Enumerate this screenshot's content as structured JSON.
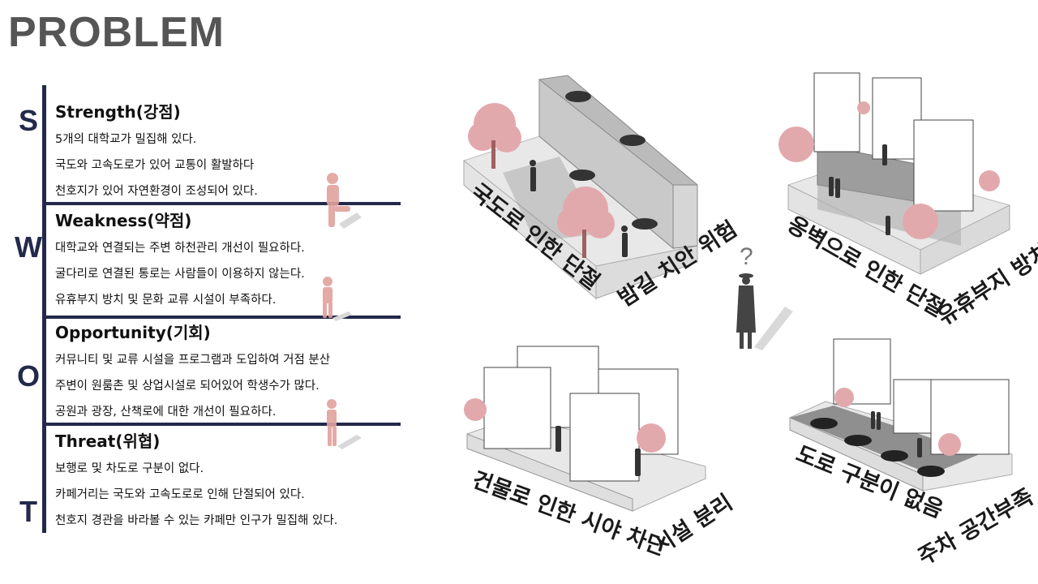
{
  "title": "PROBLEM",
  "swot": [
    {
      "letter": "S",
      "title": "Strength(강점)",
      "items": [
        "5개의 대학교가 밀집해 있다.",
        "국도와 고속도로가 있어 교통이 활발하다",
        "천호지가 있어 자연환경이 조성되어 있다."
      ]
    },
    {
      "letter": "W",
      "title": "Weakness(약점)",
      "items": [
        "대학교와 연결되는 주변 하천관리 개선이 필요하다.",
        "굴다리로 연결된 통로는 사람들이 이용하지 않는다.",
        "유휴부지 방치 및 문화 교류 시설이 부족하다."
      ]
    },
    {
      "letter": "O",
      "title": "Opportunity(기회)",
      "items": [
        "커뮤니티 및 교류 시설을 프로그램과 도입하여 거점 분산",
        "주변이 원룸촌 및 상업시설로 되어있어 학생수가 많다.",
        "공원과 광장, 산책로에 대한 개선이 필요하다."
      ]
    },
    {
      "letter": "T",
      "title": "Threat(위협)",
      "items": [
        "보행로 및 차도로 구분이 없다.",
        "카페거리는 국도와 고속도로로 인해 단절되어 있다.",
        "천호지 경관을 바라볼 수 있는 카페만 인구가 밀집해 있다."
      ]
    }
  ],
  "diagrams": {
    "road": {
      "label1": "국도로 인한 단절",
      "label2": "밤길 치안 위험"
    },
    "wall": {
      "label1": "옹벽으로 인한 단절",
      "label2": "유휴부지 방치"
    },
    "building": {
      "label1": "건물로 인한 시야 차단",
      "label2": "시설 분리"
    },
    "street": {
      "label1": "도로 구분이 없음",
      "label2": "주차 공간부족"
    },
    "question_mark": "?"
  },
  "colors": {
    "navy": "#23294a",
    "title_gray": "#555555",
    "tree_pink": "#e8a9ad",
    "platform": "#e6e6e6",
    "road": "#999999"
  }
}
